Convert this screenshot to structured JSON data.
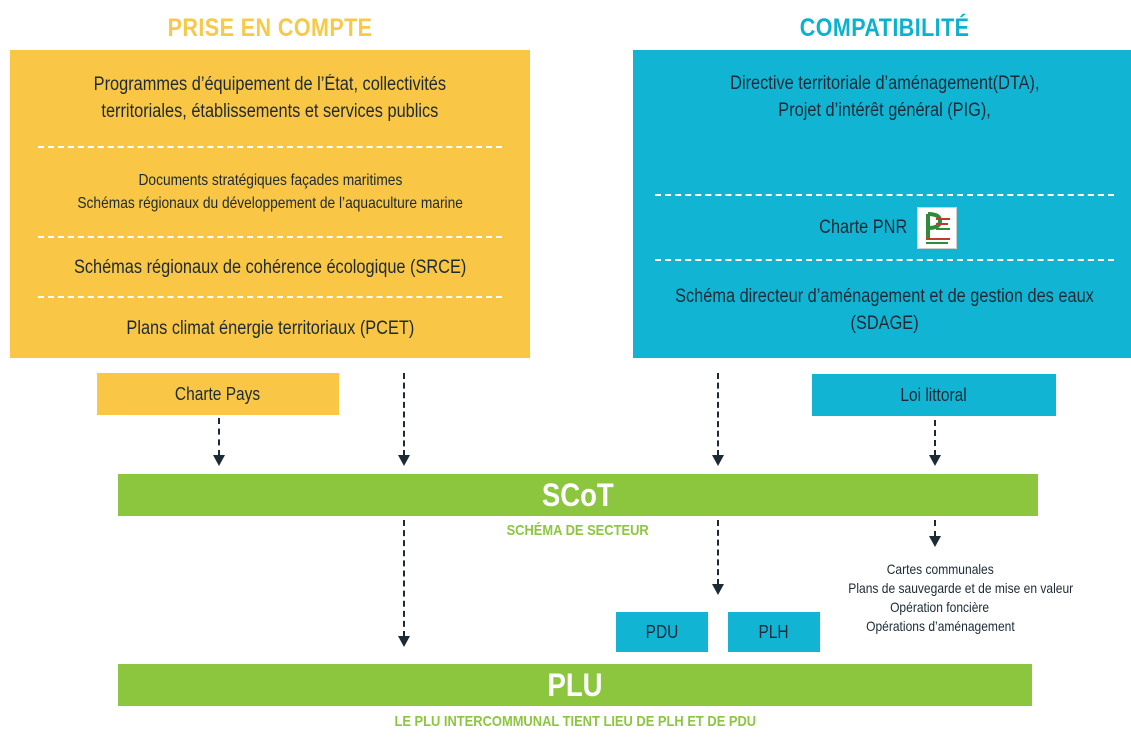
{
  "headings": {
    "left": "PRISE EN COMPTE",
    "right": "COMPATIBILITÉ"
  },
  "left_panel": {
    "items": [
      [
        "Programmes d’équipement de l’État, collectivités",
        "territoriales, établissements et services publics"
      ],
      [
        "Documents stratégiques façades maritimes",
        "Schémas régionaux du développement de l’aquaculture marine"
      ],
      [
        "Schémas régionaux de cohérence écologique (SRCE)"
      ],
      [
        "Plans climat énergie territoriaux (PCET)"
      ]
    ]
  },
  "right_panel": {
    "items": [
      [
        "Directive territoriale d’aménagement(DTA),",
        "Projet d’intérêt général (PIG),"
      ],
      [
        "Charte PNR"
      ],
      [
        "Schéma directeur d’aménagement et de gestion des eaux",
        "(SDAGE)"
      ]
    ],
    "logo_icon": "pnr-logo-icon"
  },
  "boxes": {
    "charte_pays": "Charte Pays",
    "loi_littoral": "Loi littoral",
    "pdu": "PDU",
    "plh": "PLH"
  },
  "scot": {
    "label": "SCoT",
    "subtitle": "SCHÉMA DE SECTEUR"
  },
  "plu": {
    "label": "PLU",
    "subtitle": "LE PLU INTERCOMMUNAL TIENT LIEU DE PLH ET DE PDU"
  },
  "right_list": [
    "Cartes communales",
    "Plans de sauvegarde et de mise en valeur",
    "Opération foncière",
    "Opérations d’aménagement"
  ],
  "colors": {
    "yellow": "#f9c646",
    "blue": "#12b4d4",
    "green": "#8cc63f",
    "ink": "#1c2a36"
  }
}
